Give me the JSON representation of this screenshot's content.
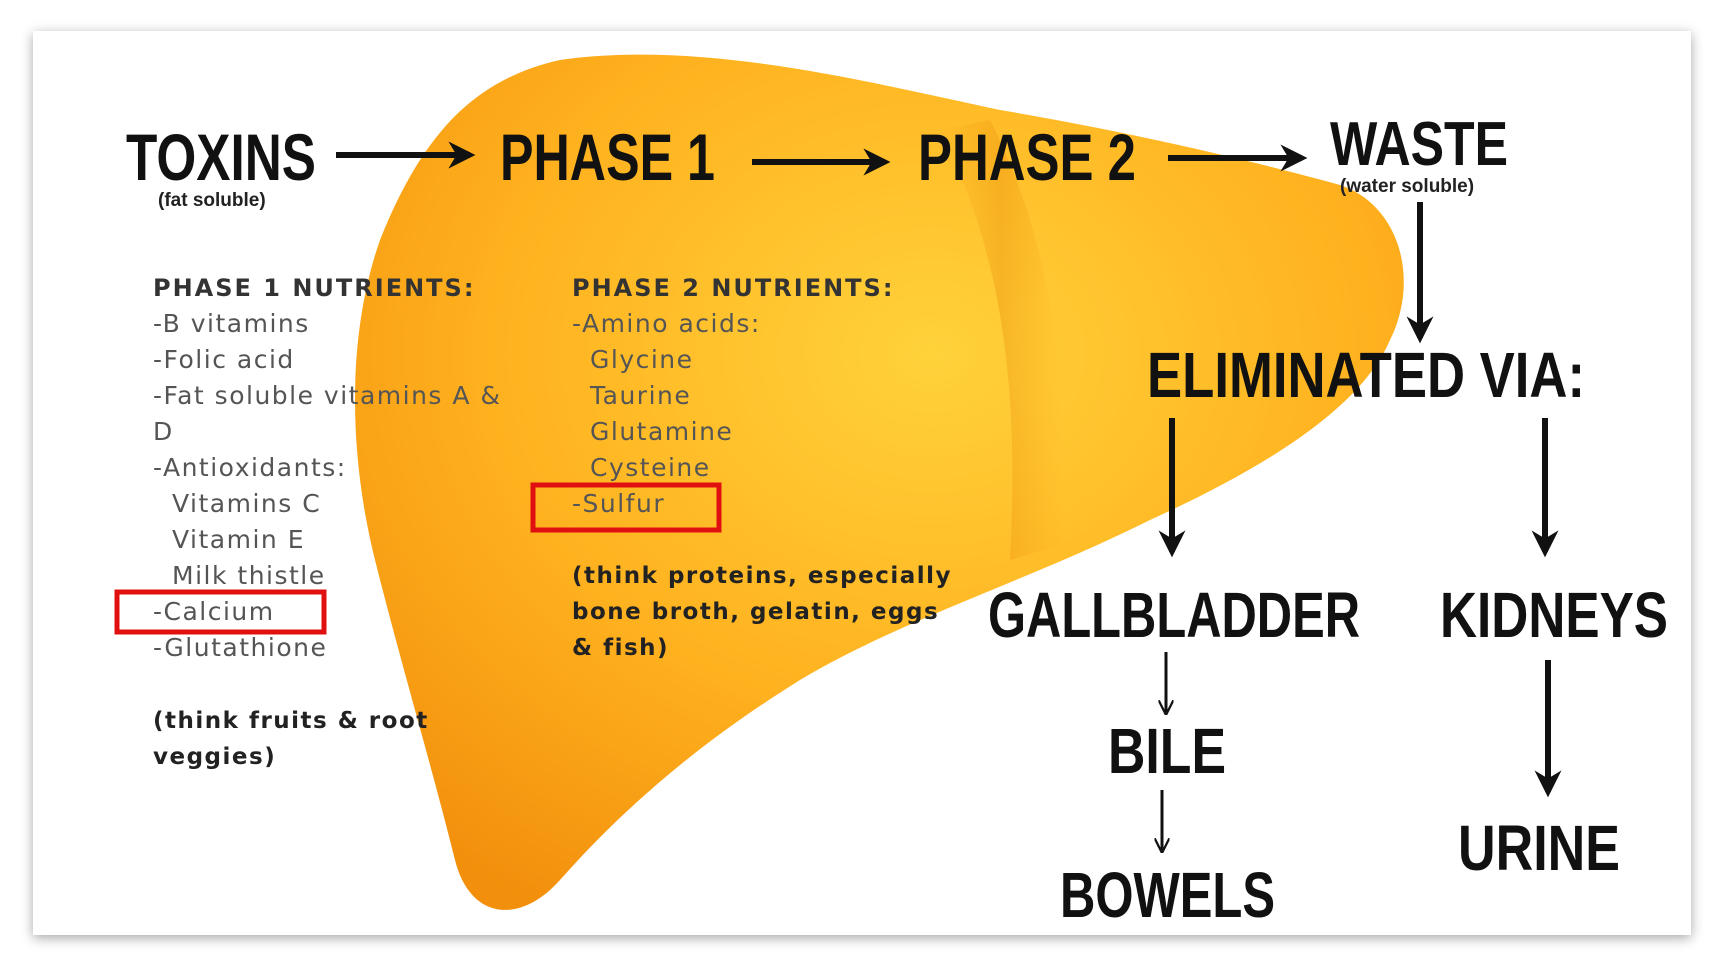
{
  "colors": {
    "liver_light": "#ffd23a",
    "liver_mid": "#ffb21f",
    "liver_dark": "#f28f0c",
    "ink": "#111111",
    "highlight": "#e01010"
  },
  "flow": {
    "toxins": "TOXINS",
    "toxins_sub": "(fat soluble)",
    "phase1": "PHASE 1",
    "phase2": "PHASE 2",
    "waste": "WASTE",
    "waste_sub": "(water soluble)",
    "eliminated": "ELIMINATED VIA:",
    "gallbladder": "GALLBLADDER",
    "kidneys": "KIDNEYS",
    "bile": "BILE",
    "bowels": "BOWELS",
    "urine": "URINE"
  },
  "phase1_nutrients": {
    "heading": "PHASE 1 NUTRIENTS:",
    "items": [
      "-B vitamins",
      "-Folic acid",
      "-Fat soluble vitamins A &",
      "D",
      "-Antioxidants:",
      "Vitamins C",
      "Vitamin E",
      "Milk thistle",
      "-Calcium",
      "-Glutathione"
    ],
    "note": [
      "(think fruits & root",
      "veggies)"
    ]
  },
  "phase2_nutrients": {
    "heading": "PHASE 2 NUTRIENTS:",
    "items": [
      "-Amino acids:",
      "Glycine",
      "Taurine",
      "Glutamine",
      "Cysteine",
      "-Sulfur"
    ],
    "note": [
      "(think proteins, especially",
      "bone broth, gelatin, eggs",
      "& fish)"
    ]
  }
}
